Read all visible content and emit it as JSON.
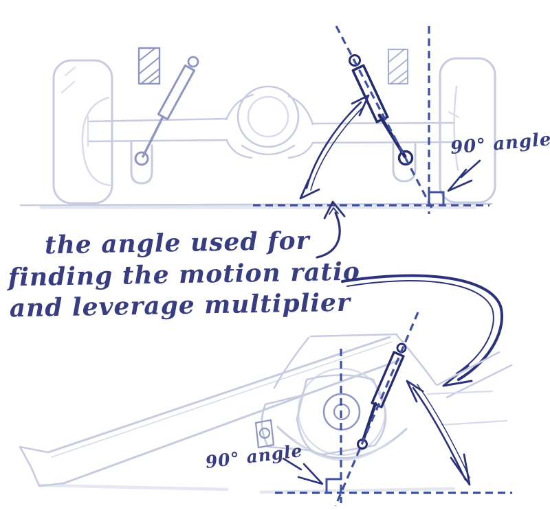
{
  "figure": {
    "kind": "hand-drawn suspension geometry sketch",
    "background_color": "#ffffff"
  },
  "annotation": {
    "line1": "the angle used for",
    "line2": "finding the motion ratio",
    "line3": "and leverage multiplier"
  },
  "labels": {
    "top_angle": "90° angle",
    "bottom_angle": "90° angle"
  },
  "colors": {
    "handwriting_ink": "#373d80",
    "arrow_ink": "#2b327a",
    "shock_ink_dark": "#242c6e",
    "dashed_line_blue": "#4050a0",
    "sketch_medium": "#8d95c0",
    "sketch_faint": "#c6cbe0",
    "background": "#ffffff"
  },
  "top_view": {
    "parts": [
      "left-tire",
      "right-tire",
      "axle-tube",
      "differential-housing",
      "frame-rail-pad-left",
      "frame-rail-pad-right",
      "shock-absorber-left",
      "shock-absorber-right",
      "shock-axis-dashed-line",
      "vertical-reference-dashed-line",
      "ground-dashed-line",
      "right-angle-marker"
    ]
  },
  "side_view": {
    "parts": [
      "leaf-spring-beam",
      "wheel-and-brake-drum",
      "axle-hub",
      "frame-arch",
      "shock-absorber",
      "shock-axis-dashed-line",
      "vertical-reference-dashed-line",
      "ground-dashed-line",
      "right-angle-marker"
    ]
  }
}
